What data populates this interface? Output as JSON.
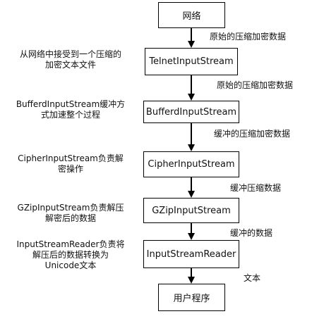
{
  "nodes": [
    {
      "id": "network",
      "label": "网络"
    },
    {
      "id": "telnet",
      "label": "TelnetInputStream"
    },
    {
      "id": "buffered",
      "label": "BufferdInputStream"
    },
    {
      "id": "cipher",
      "label": "CipherInputStream"
    },
    {
      "id": "gzip",
      "label": "GZipInputStream"
    },
    {
      "id": "reader",
      "label": "InputStreamReader"
    },
    {
      "id": "app",
      "label": "用户程序"
    }
  ],
  "edge_labels": [
    "原始的压缩加密数据",
    "原始的压缩加密数据",
    "缓冲的压缩加密数据",
    "缓冲压缩数据",
    "缓冲的数据",
    "文本"
  ],
  "notes": [
    [
      "从网络中接受到一个压缩的",
      "加密文本文件"
    ],
    [
      "BufferdInputStream缓冲方",
      "式加速整个过程"
    ],
    [
      "CipherInputStream负责解",
      "密操作"
    ],
    [
      "GZipInputStream负责解压",
      "解密后的数据"
    ],
    [
      "InputStreamReader负责将",
      "解压后的数据转换为",
      "Unicode文本"
    ]
  ]
}
